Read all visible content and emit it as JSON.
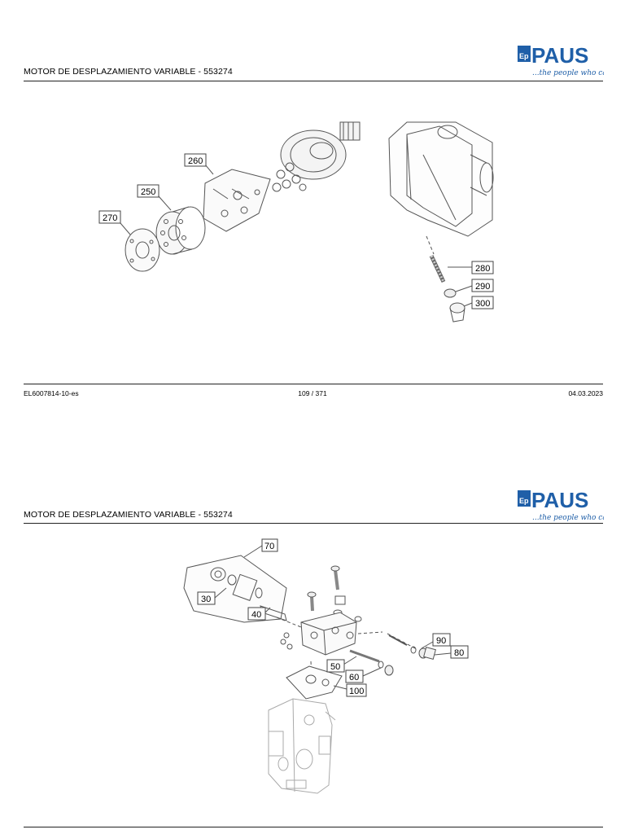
{
  "brand": {
    "name": "PAUS",
    "tagline": "...the people who care",
    "color": "#1f5fa8"
  },
  "pages": [
    {
      "title": "MOTOR DE DESPLAZAMIENTO VARIABLE - 553274",
      "footer": {
        "doc_id": "EL6007814-10-es",
        "page": "109 / 371",
        "date": "04.03.2023"
      },
      "callouts": [
        "260",
        "250",
        "270",
        "280",
        "290",
        "300"
      ]
    },
    {
      "title": "MOTOR DE DESPLAZAMIENTO VARIABLE - 553274",
      "callouts": [
        "70",
        "30",
        "40",
        "90",
        "80",
        "50",
        "60",
        "100"
      ]
    }
  ]
}
